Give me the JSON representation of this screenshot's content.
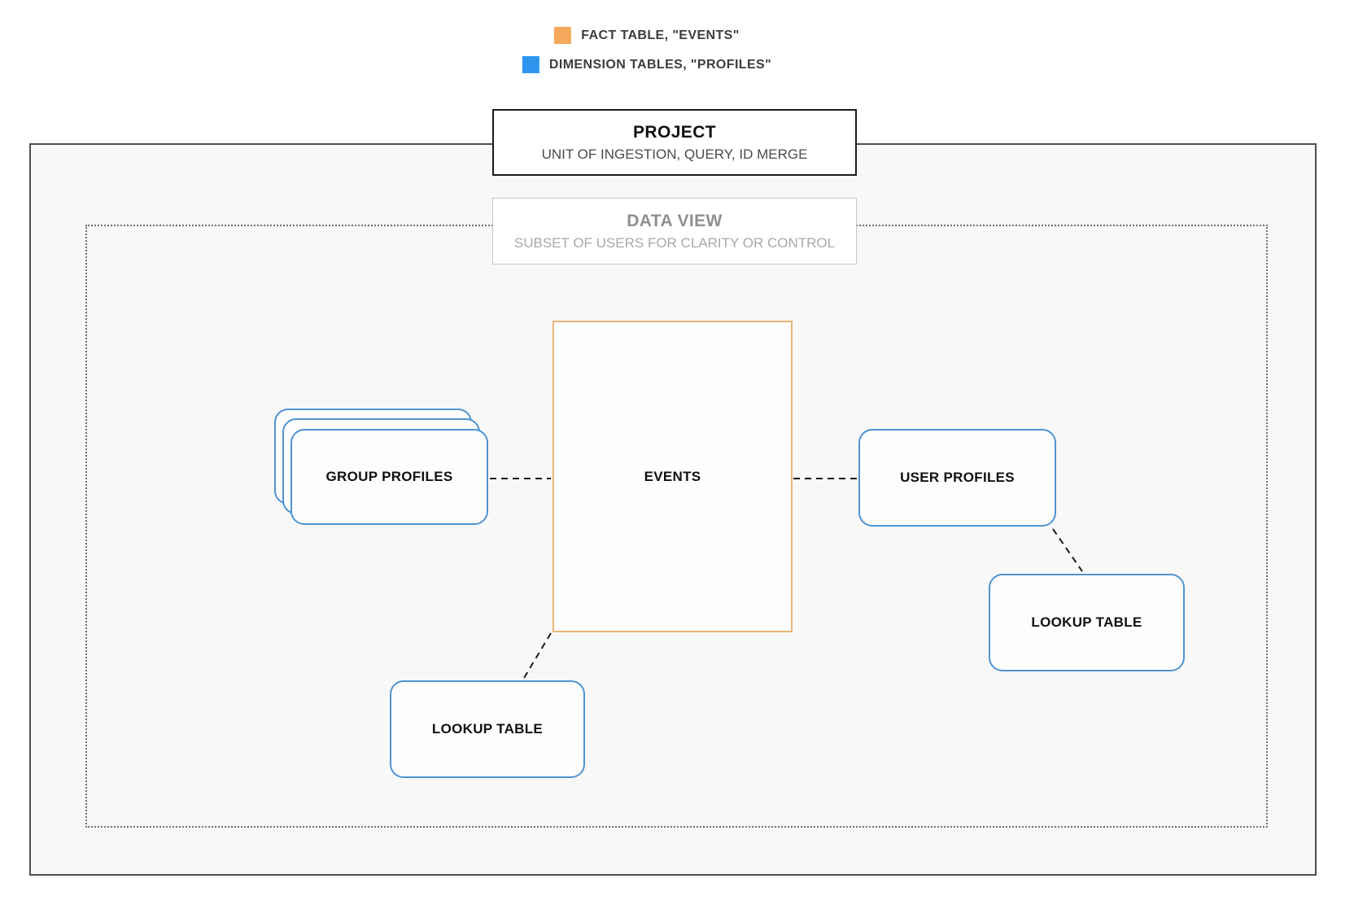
{
  "legend": {
    "items": [
      {
        "name": "fact-table",
        "label": "FACT TABLE, \"EVENTS\"",
        "color": "#F5A95C"
      },
      {
        "name": "dimension-tables",
        "label": "DIMENSION TABLES, \"PROFILES\"",
        "color": "#2F96F0"
      }
    ]
  },
  "project": {
    "title": "PROJECT",
    "subtitle": "UNIT OF INGESTION, QUERY, ID MERGE"
  },
  "data_view": {
    "title": "DATA VIEW",
    "subtitle": "SUBSET OF USERS FOR CLARITY OR CONTROL"
  },
  "nodes": {
    "events": {
      "label": "EVENTS",
      "type": "fact"
    },
    "group_profiles": {
      "label": "GROUP PROFILES",
      "type": "dimension"
    },
    "user_profiles": {
      "label": "USER PROFILES",
      "type": "dimension"
    },
    "lookup_table_left": {
      "label": "LOOKUP TABLE",
      "type": "dimension"
    },
    "lookup_table_right": {
      "label": "LOOKUP TABLE",
      "type": "dimension"
    }
  },
  "colors": {
    "fact_swatch": "#F5A95C",
    "fact_border": "#E6B577",
    "dimension_swatch": "#2F96F0",
    "dimension_border": "#4E94D0",
    "outer_border": "#4F4F4F",
    "connector": "#1A1A1A"
  }
}
